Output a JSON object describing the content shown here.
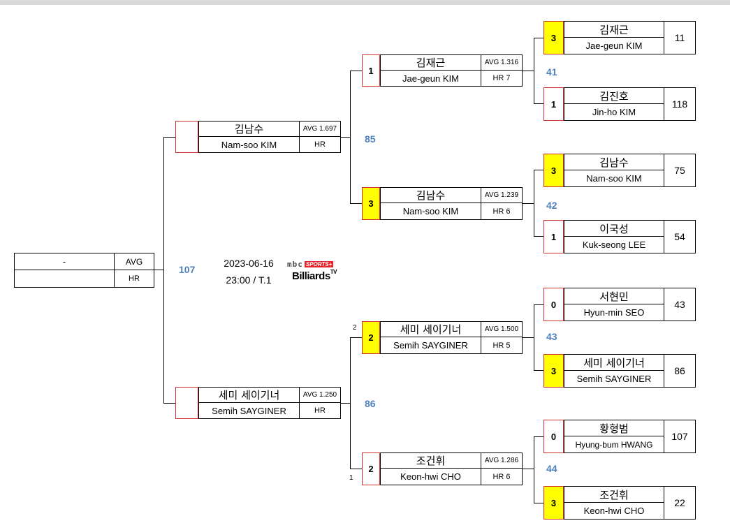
{
  "info": {
    "date": "2023-06-16",
    "time_table": "23:00 / T.1"
  },
  "logo": {
    "mbc": "mbc",
    "sports": "SPORTS+",
    "billiards": "Billiards",
    "tv": "TV"
  },
  "final": {
    "player_name": "-",
    "stat1": "AVG",
    "stat2": "HR",
    "match_no": "107"
  },
  "semis": [
    {
      "korean": "김남수",
      "english": "Nam-soo KIM",
      "avg": "AVG 1.697",
      "hr": "HR",
      "score": "",
      "match_no": "85"
    },
    {
      "korean": "세미 세이기너",
      "english": "Semih SAYGINER",
      "avg": "AVG 1.250",
      "hr": "HR",
      "score": "",
      "match_no": "86"
    }
  ],
  "quarters": [
    {
      "korean": "김재근",
      "english": "Jae-geun KIM",
      "avg": "AVG 1.316",
      "hr": "HR 7",
      "score": "1",
      "win": false,
      "match_no": "41"
    },
    {
      "korean": "김남수",
      "english": "Nam-soo KIM",
      "avg": "AVG 1.239",
      "hr": "HR 6",
      "score": "3",
      "win": true,
      "match_no": "42"
    },
    {
      "korean": "세미 세이기너",
      "english": "Semih SAYGINER",
      "avg": "AVG 1.500",
      "hr": "HR 5",
      "score": "2",
      "win": true,
      "match_no": "43",
      "seed": "2"
    },
    {
      "korean": "조건휘",
      "english": "Keon-hwi CHO",
      "avg": "AVG 1.286",
      "hr": "HR 6",
      "score": "2",
      "win": false,
      "match_no": "44",
      "seed": "1"
    }
  ],
  "r16": [
    {
      "korean": "김재근",
      "english": "Jae-geun KIM",
      "score": "3",
      "win": true,
      "points": "11"
    },
    {
      "korean": "김진호",
      "english": "Jin-ho KIM",
      "score": "1",
      "win": false,
      "points": "118"
    },
    {
      "korean": "김남수",
      "english": "Nam-soo KIM",
      "score": "3",
      "win": true,
      "points": "75"
    },
    {
      "korean": "이국성",
      "english": "Kuk-seong LEE",
      "score": "1",
      "win": false,
      "points": "54"
    },
    {
      "korean": "서현민",
      "english": "Hyun-min SEO",
      "score": "0",
      "win": false,
      "points": "43"
    },
    {
      "korean": "세미 세이기너",
      "english": "Semih SAYGINER",
      "score": "3",
      "win": true,
      "points": "86"
    },
    {
      "korean": "황형범",
      "english": "Hyung-bum HWANG",
      "score": "0",
      "win": false,
      "points": "107"
    },
    {
      "korean": "조건휘",
      "english": "Keon-hwi CHO",
      "score": "3",
      "win": true,
      "points": "22"
    }
  ]
}
